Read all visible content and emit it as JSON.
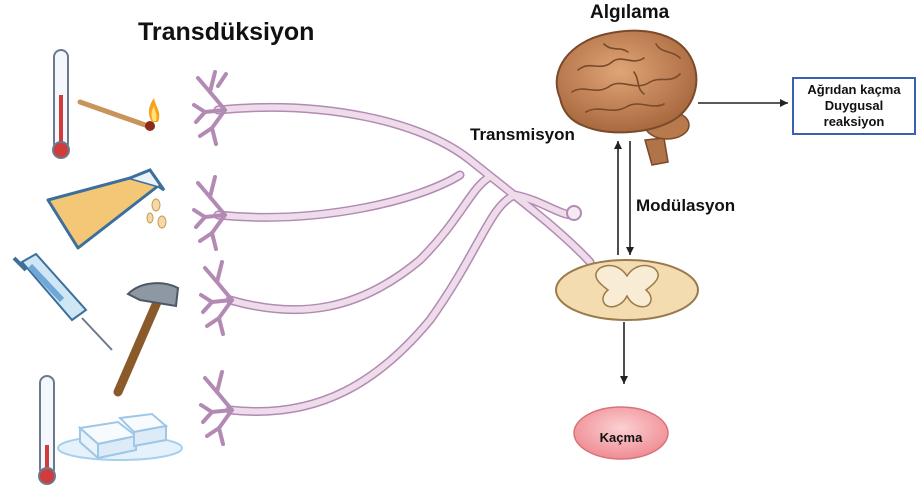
{
  "labels": {
    "transduction": "Transdüksiyon",
    "perception": "Algılama",
    "transmission": "Transmisyon",
    "modulation": "Modülasyon"
  },
  "response_box": {
    "line1": "Ağrıdan kaçma",
    "line2": "Duygusal",
    "line3": "reaksiyon"
  },
  "outcome": {
    "label": "Kaçma"
  },
  "colors": {
    "nerve_fill": "#eedcea",
    "nerve_stroke": "#b28ab4",
    "brain": "#c4824c",
    "spinal_cord": "#f2dcb0",
    "outcome_fill": "#f4a7ab",
    "box_border": "#3a5fb5"
  },
  "stimuli_icons": [
    "thermometer-hot-icon",
    "burning-match-icon",
    "acid-flask-icon",
    "syringe-icon",
    "hammer-icon",
    "thermometer-cold-icon",
    "ice-cubes-icon"
  ]
}
